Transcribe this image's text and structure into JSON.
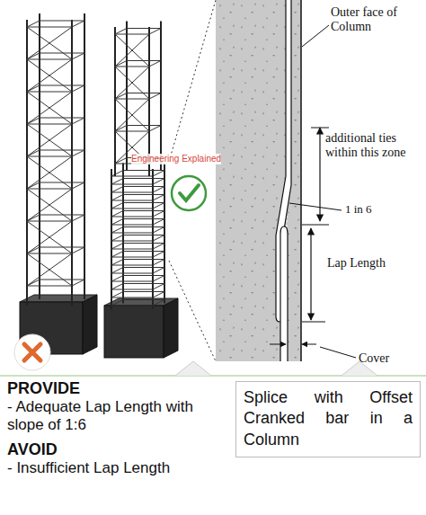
{
  "diagram": {
    "nodes": [
      {
        "text": [
          "Splice with Offset Cranked bar in a Column"
        ]
      }
    ],
    "labels": [
      "Outer face of Column",
      "additional ties within this zone",
      "1 in 6",
      "Lap Length",
      "Cover",
      "Engineering Explained",
      "PROVIDE",
      "- Adequate Lap Length with slope of 1:6",
      "AVOID",
      "- Insufficient Lap Length"
    ]
  }
}
